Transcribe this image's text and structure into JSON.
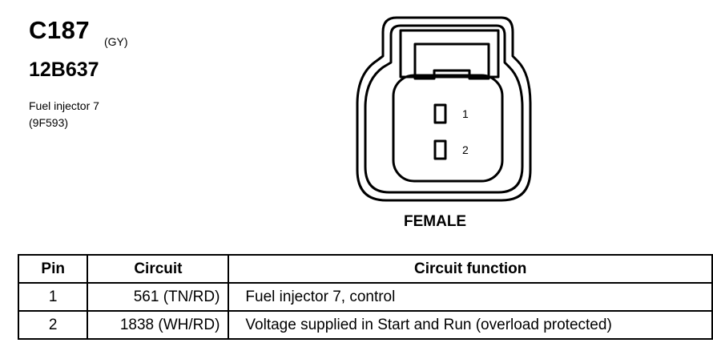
{
  "connector": {
    "id": "C187",
    "color": "(GY)",
    "part_number": "12B637",
    "description": "Fuel injector 7",
    "component_code": "(9F593)"
  },
  "diagram": {
    "pin_labels": [
      "1",
      "2"
    ],
    "gender": "FEMALE"
  },
  "table": {
    "headers": [
      "Pin",
      "Circuit",
      "Circuit function"
    ],
    "rows": [
      {
        "pin": "1",
        "circuit": "561 (TN/RD)",
        "function": "Fuel injector 7, control"
      },
      {
        "pin": "2",
        "circuit": "1838 (WH/RD)",
        "function": "Voltage supplied in Start and Run (overload protected)"
      }
    ]
  }
}
